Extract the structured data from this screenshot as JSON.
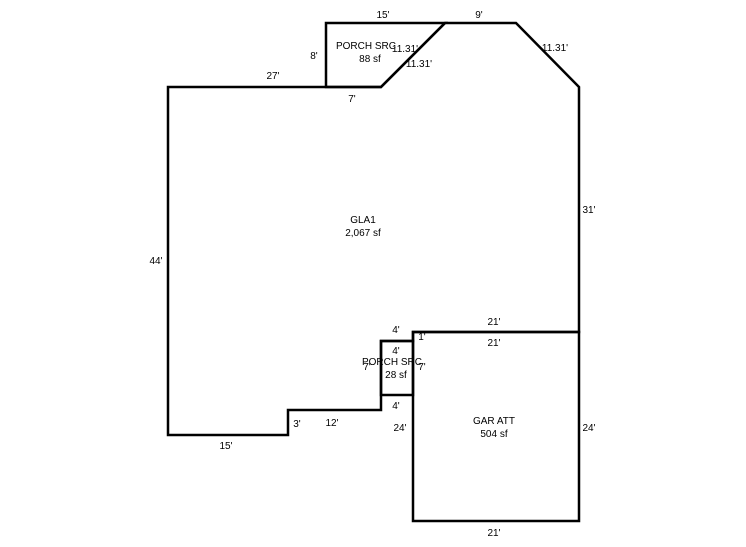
{
  "areas": {
    "gla1": {
      "name": "GLA1",
      "size": "2,067 sf"
    },
    "porch_top": {
      "name": "PORCH SRC",
      "size": "88 sf"
    },
    "porch_small": {
      "name": "PORCH SRC",
      "size": "28 sf"
    },
    "garage": {
      "name": "GAR ATT",
      "size": "504 sf"
    }
  },
  "dimensions": {
    "porch_top_width": "15'",
    "roof_top_width": "9'",
    "porch_left": "8'",
    "porch_diag_label_a": "11.31'",
    "porch_diag_label_b": "11.31'",
    "right_diag": "11.31'",
    "house_top": "27'",
    "porch_bottom": "7'",
    "house_right": "31'",
    "house_left": "44'",
    "small_porch_top": "4'",
    "small_porch_inner_top": "4'",
    "small_porch_inner_bottom": "4'",
    "small_porch_left": "7'",
    "small_porch_right": "7'",
    "small_porch_right_top": "1'",
    "garage_top_outer": "21'",
    "garage_top_inner": "21'",
    "garage_left": "24'",
    "garage_right": "24'",
    "garage_bottom": "21'",
    "bottom_left": "15'",
    "step_vertical": "3'",
    "step_horizontal": "12'"
  }
}
